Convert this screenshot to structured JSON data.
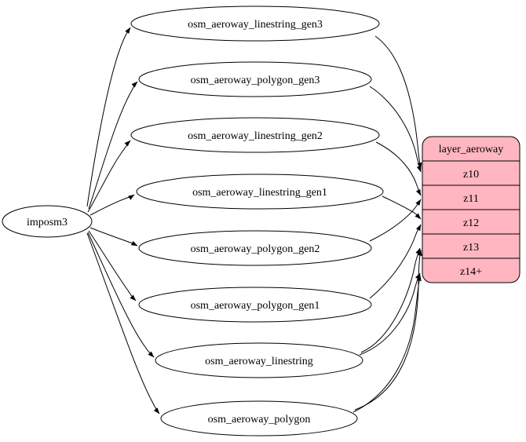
{
  "diagram": {
    "source_node": {
      "label": "imposm3"
    },
    "tables": [
      {
        "label": "osm_aeroway_linestring_gen3"
      },
      {
        "label": "osm_aeroway_polygon_gen3"
      },
      {
        "label": "osm_aeroway_linestring_gen2"
      },
      {
        "label": "osm_aeroway_linestring_gen1"
      },
      {
        "label": "osm_aeroway_polygon_gen2"
      },
      {
        "label": "osm_aeroway_polygon_gen1"
      },
      {
        "label": "osm_aeroway_linestring"
      },
      {
        "label": "osm_aeroway_polygon"
      }
    ],
    "layer": {
      "header": "layer_aeroway",
      "rows": [
        "z10",
        "z11",
        "z12",
        "z13",
        "z14+"
      ]
    },
    "edges": [
      {
        "from": "imposm3",
        "to": "osm_aeroway_linestring_gen3"
      },
      {
        "from": "imposm3",
        "to": "osm_aeroway_polygon_gen3"
      },
      {
        "from": "imposm3",
        "to": "osm_aeroway_linestring_gen2"
      },
      {
        "from": "imposm3",
        "to": "osm_aeroway_linestring_gen1"
      },
      {
        "from": "imposm3",
        "to": "osm_aeroway_polygon_gen2"
      },
      {
        "from": "imposm3",
        "to": "osm_aeroway_polygon_gen1"
      },
      {
        "from": "imposm3",
        "to": "osm_aeroway_linestring"
      },
      {
        "from": "imposm3",
        "to": "osm_aeroway_polygon"
      },
      {
        "from": "osm_aeroway_linestring_gen3",
        "to": "z10"
      },
      {
        "from": "osm_aeroway_polygon_gen3",
        "to": "z10"
      },
      {
        "from": "osm_aeroway_linestring_gen2",
        "to": "z11"
      },
      {
        "from": "osm_aeroway_polygon_gen2",
        "to": "z11"
      },
      {
        "from": "osm_aeroway_linestring_gen1",
        "to": "z12"
      },
      {
        "from": "osm_aeroway_polygon_gen1",
        "to": "z12"
      },
      {
        "from": "osm_aeroway_linestring",
        "to": "z13"
      },
      {
        "from": "osm_aeroway_linestring",
        "to": "z14+"
      },
      {
        "from": "osm_aeroway_polygon",
        "to": "z13"
      },
      {
        "from": "osm_aeroway_polygon",
        "to": "z14+"
      }
    ],
    "colors": {
      "background": "#ffffff",
      "node_fill": "#ffffff",
      "node_stroke": "#000000",
      "edge_color": "#000000",
      "layer_fill": "#ffb6c1"
    }
  }
}
